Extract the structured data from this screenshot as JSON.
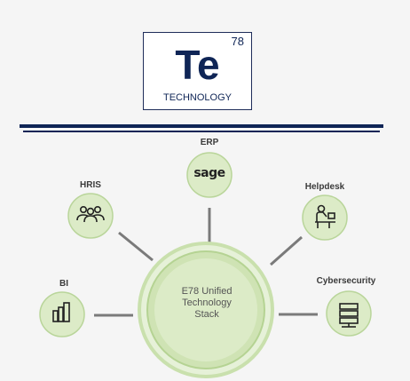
{
  "element_tile": {
    "symbol": "Te",
    "number": "78",
    "name": "TECHNOLOGY"
  },
  "hub": {
    "line1": "E78 Unified",
    "line2": "Technology",
    "line3": "Stack"
  },
  "nodes": [
    {
      "id": "erp",
      "label": "ERP",
      "icon": "sage-logo",
      "logo_text": "sage"
    },
    {
      "id": "hris",
      "label": "HRIS",
      "icon": "people-group-icon"
    },
    {
      "id": "helpdesk",
      "label": "Helpdesk",
      "icon": "desk-worker-icon"
    },
    {
      "id": "bi",
      "label": "BI",
      "icon": "power-bi-icon"
    },
    {
      "id": "cybersecurity",
      "label": "Cybersecurity",
      "icon": "server-rack-icon"
    }
  ],
  "colors": {
    "navy": "#0f2556",
    "node_fill": "#dcebc7",
    "node_stroke": "#b9d59a",
    "connector": "#7a7a7a",
    "background": "#f5f5f5"
  }
}
